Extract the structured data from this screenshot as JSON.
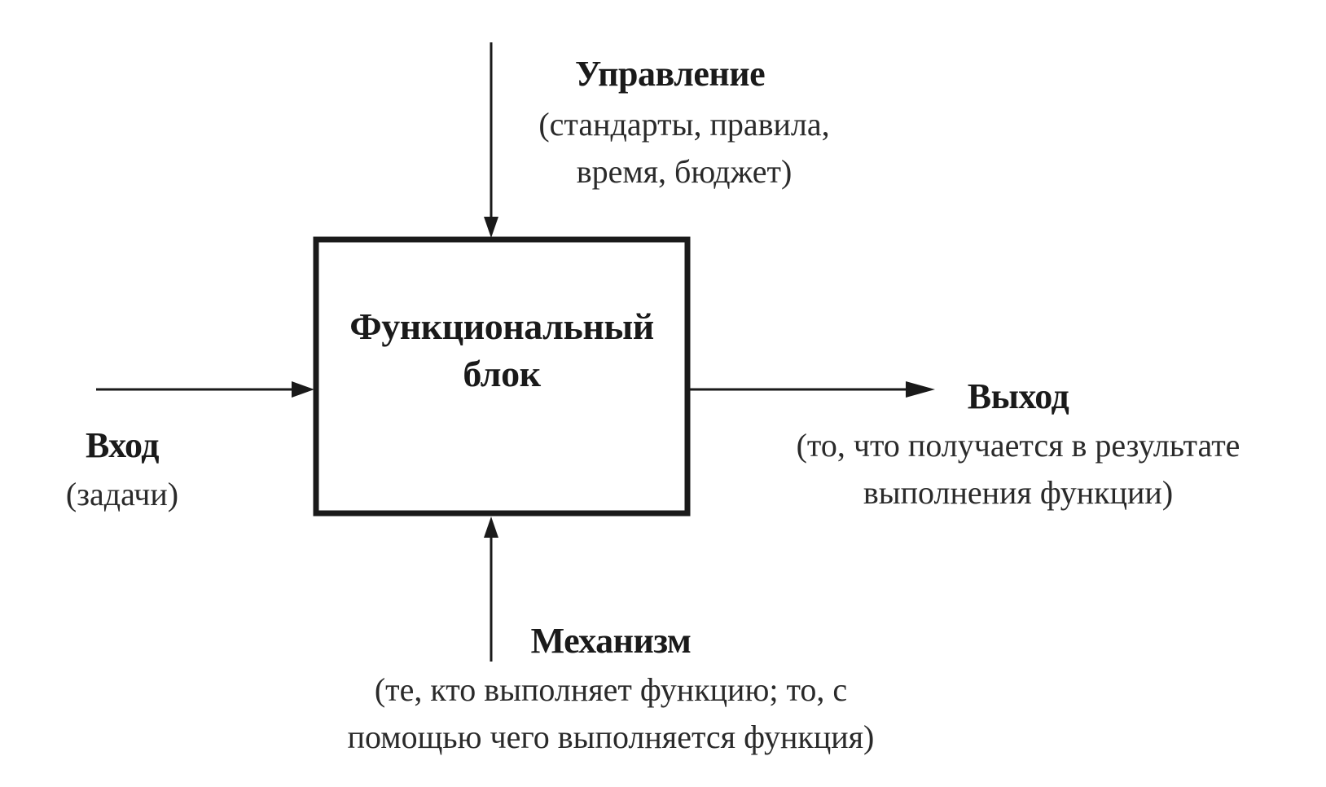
{
  "block": {
    "title_line1": "Функциональный",
    "title_line2": "блок"
  },
  "control": {
    "title": "Управление",
    "desc_line1": "(стандарты, правила,",
    "desc_line2": "время, бюджет)"
  },
  "input": {
    "title": "Вход",
    "desc": "(задачи)"
  },
  "output": {
    "title": "Выход",
    "desc_line1": "(то, что получается в результате",
    "desc_line2": "выполнения функции)"
  },
  "mechanism": {
    "title": "Механизм",
    "desc_line1": "(те, кто выполняет функцию; то, с",
    "desc_line2": "помощью чего выполняется функция)"
  }
}
